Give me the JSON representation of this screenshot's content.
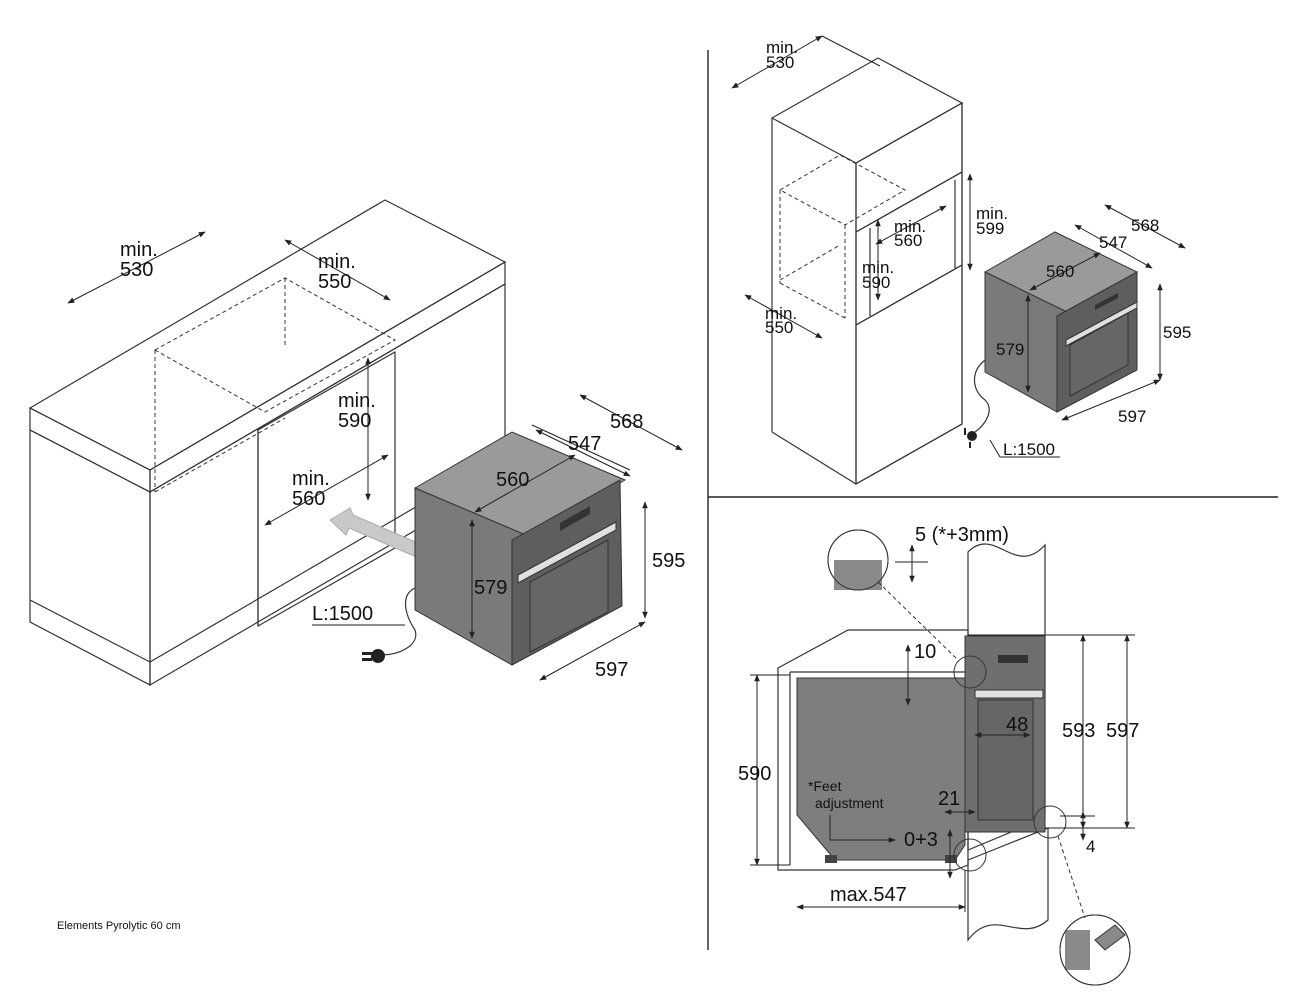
{
  "caption": "Elements Pyrolytic 60 cm",
  "left_view": {
    "depth_min_label": "min.",
    "depth_min_value": "530",
    "width_min_label": "min.",
    "width_min_value": "550",
    "height_min_label": "min.",
    "height_min_value": "590",
    "inner_width_label": "min.",
    "inner_width_value": "560",
    "oven_depth_total": "568",
    "oven_depth_body": "547",
    "oven_width_body": "560",
    "oven_height_body": "579",
    "oven_height_front": "595",
    "oven_width_front": "597",
    "cable_length": "L:1500"
  },
  "top_right_view": {
    "depth_min_label": "min.",
    "depth_min_value": "530",
    "inner_width_label": "min.",
    "inner_width_value": "560",
    "height_min_label": "min.",
    "height_min_value": "590",
    "outer_height_label": "min.",
    "outer_height_value": "599",
    "width_min_label": "min.",
    "width_min_value": "550",
    "oven_depth_total": "568",
    "oven_depth_body": "547",
    "oven_width_body": "560",
    "oven_height_body": "579",
    "oven_height_front": "595",
    "oven_width_front": "597",
    "cable_length": "L:1500"
  },
  "side_view": {
    "gap_top": "5 (*+3mm)",
    "top_clear": "10",
    "niche_height": "590",
    "feet_note_line1": "*Feet",
    "feet_note_line2": "adjustment",
    "feet_range": "0+3",
    "bottom_offset": "21",
    "handle_depth": "48",
    "front_inner_height": "593",
    "front_outer_height": "597",
    "bottom_gap": "4",
    "max_depth": "max.547"
  }
}
